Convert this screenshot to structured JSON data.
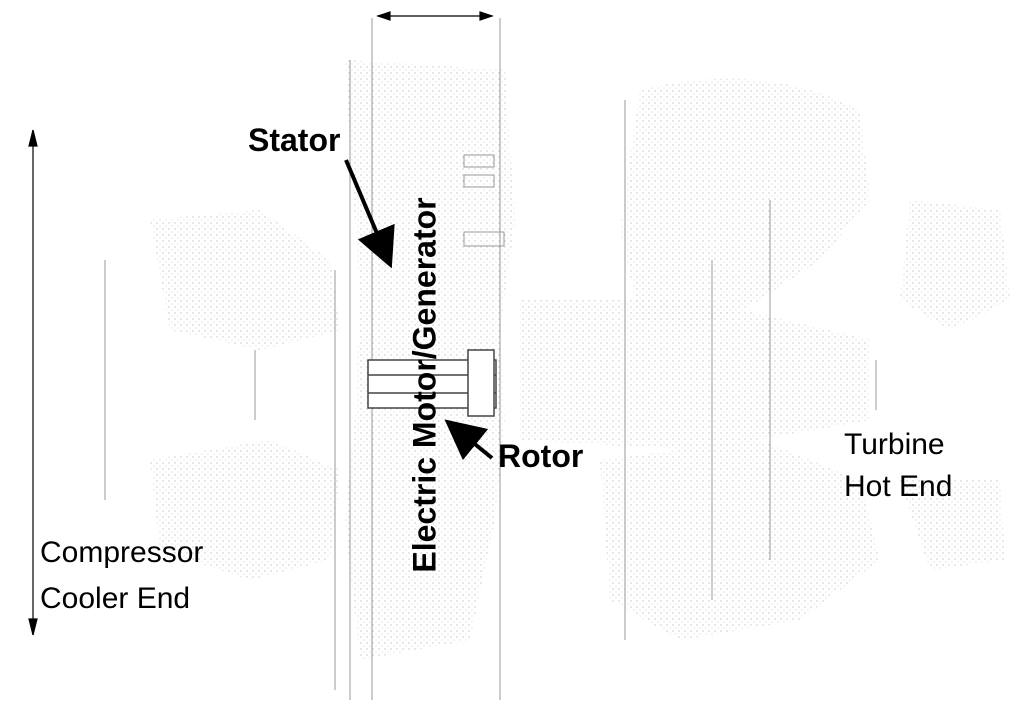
{
  "labels": {
    "stator": "Stator",
    "rotor": "Rotor",
    "motor_generator": "Electric Motor/Generator",
    "turbine_line1": "Turbine",
    "turbine_line2": "Hot End",
    "compressor_line1": "Compressor",
    "compressor_line2": "Cooler End"
  },
  "colors": {
    "ink": "#000000",
    "faint_line": "#9a9a9a",
    "stipple": "#c8c8c8"
  }
}
